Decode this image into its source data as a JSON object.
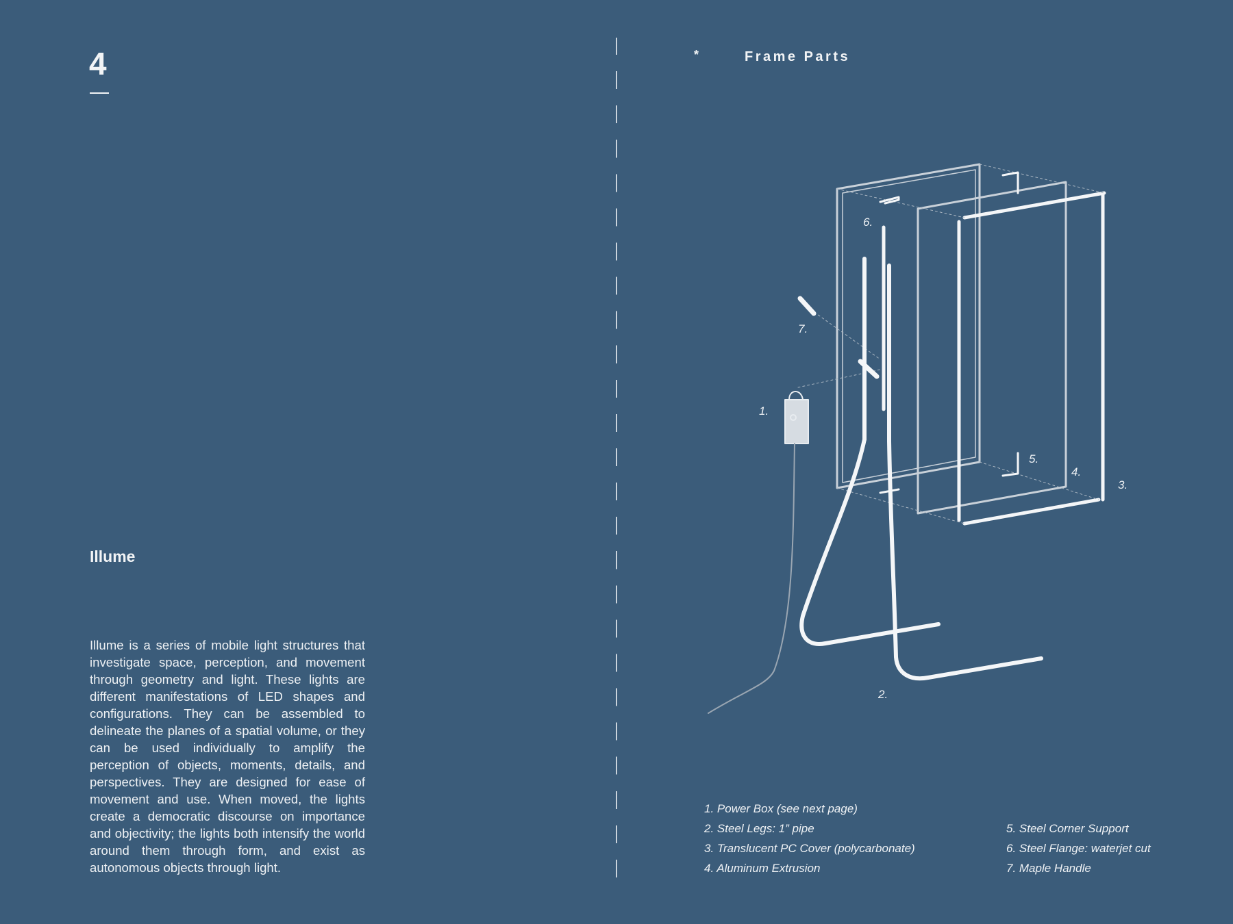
{
  "left_page": {
    "page_number": "4",
    "project_title": "Illume",
    "description": "Illume is a series of mobile light structures that investigate space, perception, and movement through geometry and light. These lights are different manifestations of LED shapes and configurations. They can be assembled to delineate the planes of a spatial volume, or they can be used individually to amplify the perception of objects, moments, details, and perspectives. They are designed for ease of movement and use. When moved, the lights create a democratic discourse on importance and objectivity; the lights both intensify the world around them through form, and exist as autonomous objects through light."
  },
  "right_page": {
    "section_marker": "*",
    "section_title": "Frame Parts",
    "diagram_callouts": [
      "1.",
      "2.",
      "3.",
      "4.",
      "5.",
      "6.",
      "7."
    ],
    "legend_left": [
      "1.  Power Box (see next page)",
      "2.  Steel Legs: 1” pipe",
      "3.  Translucent PC Cover (polycarbonate)",
      "4.  Aluminum Extrusion"
    ],
    "legend_right": [
      "5. Steel Corner Support",
      "6.  Steel Flange: waterjet cut",
      "7.  Maple Handle"
    ]
  },
  "colors": {
    "background": "#3b5c7a",
    "text": "#eef1f4"
  }
}
